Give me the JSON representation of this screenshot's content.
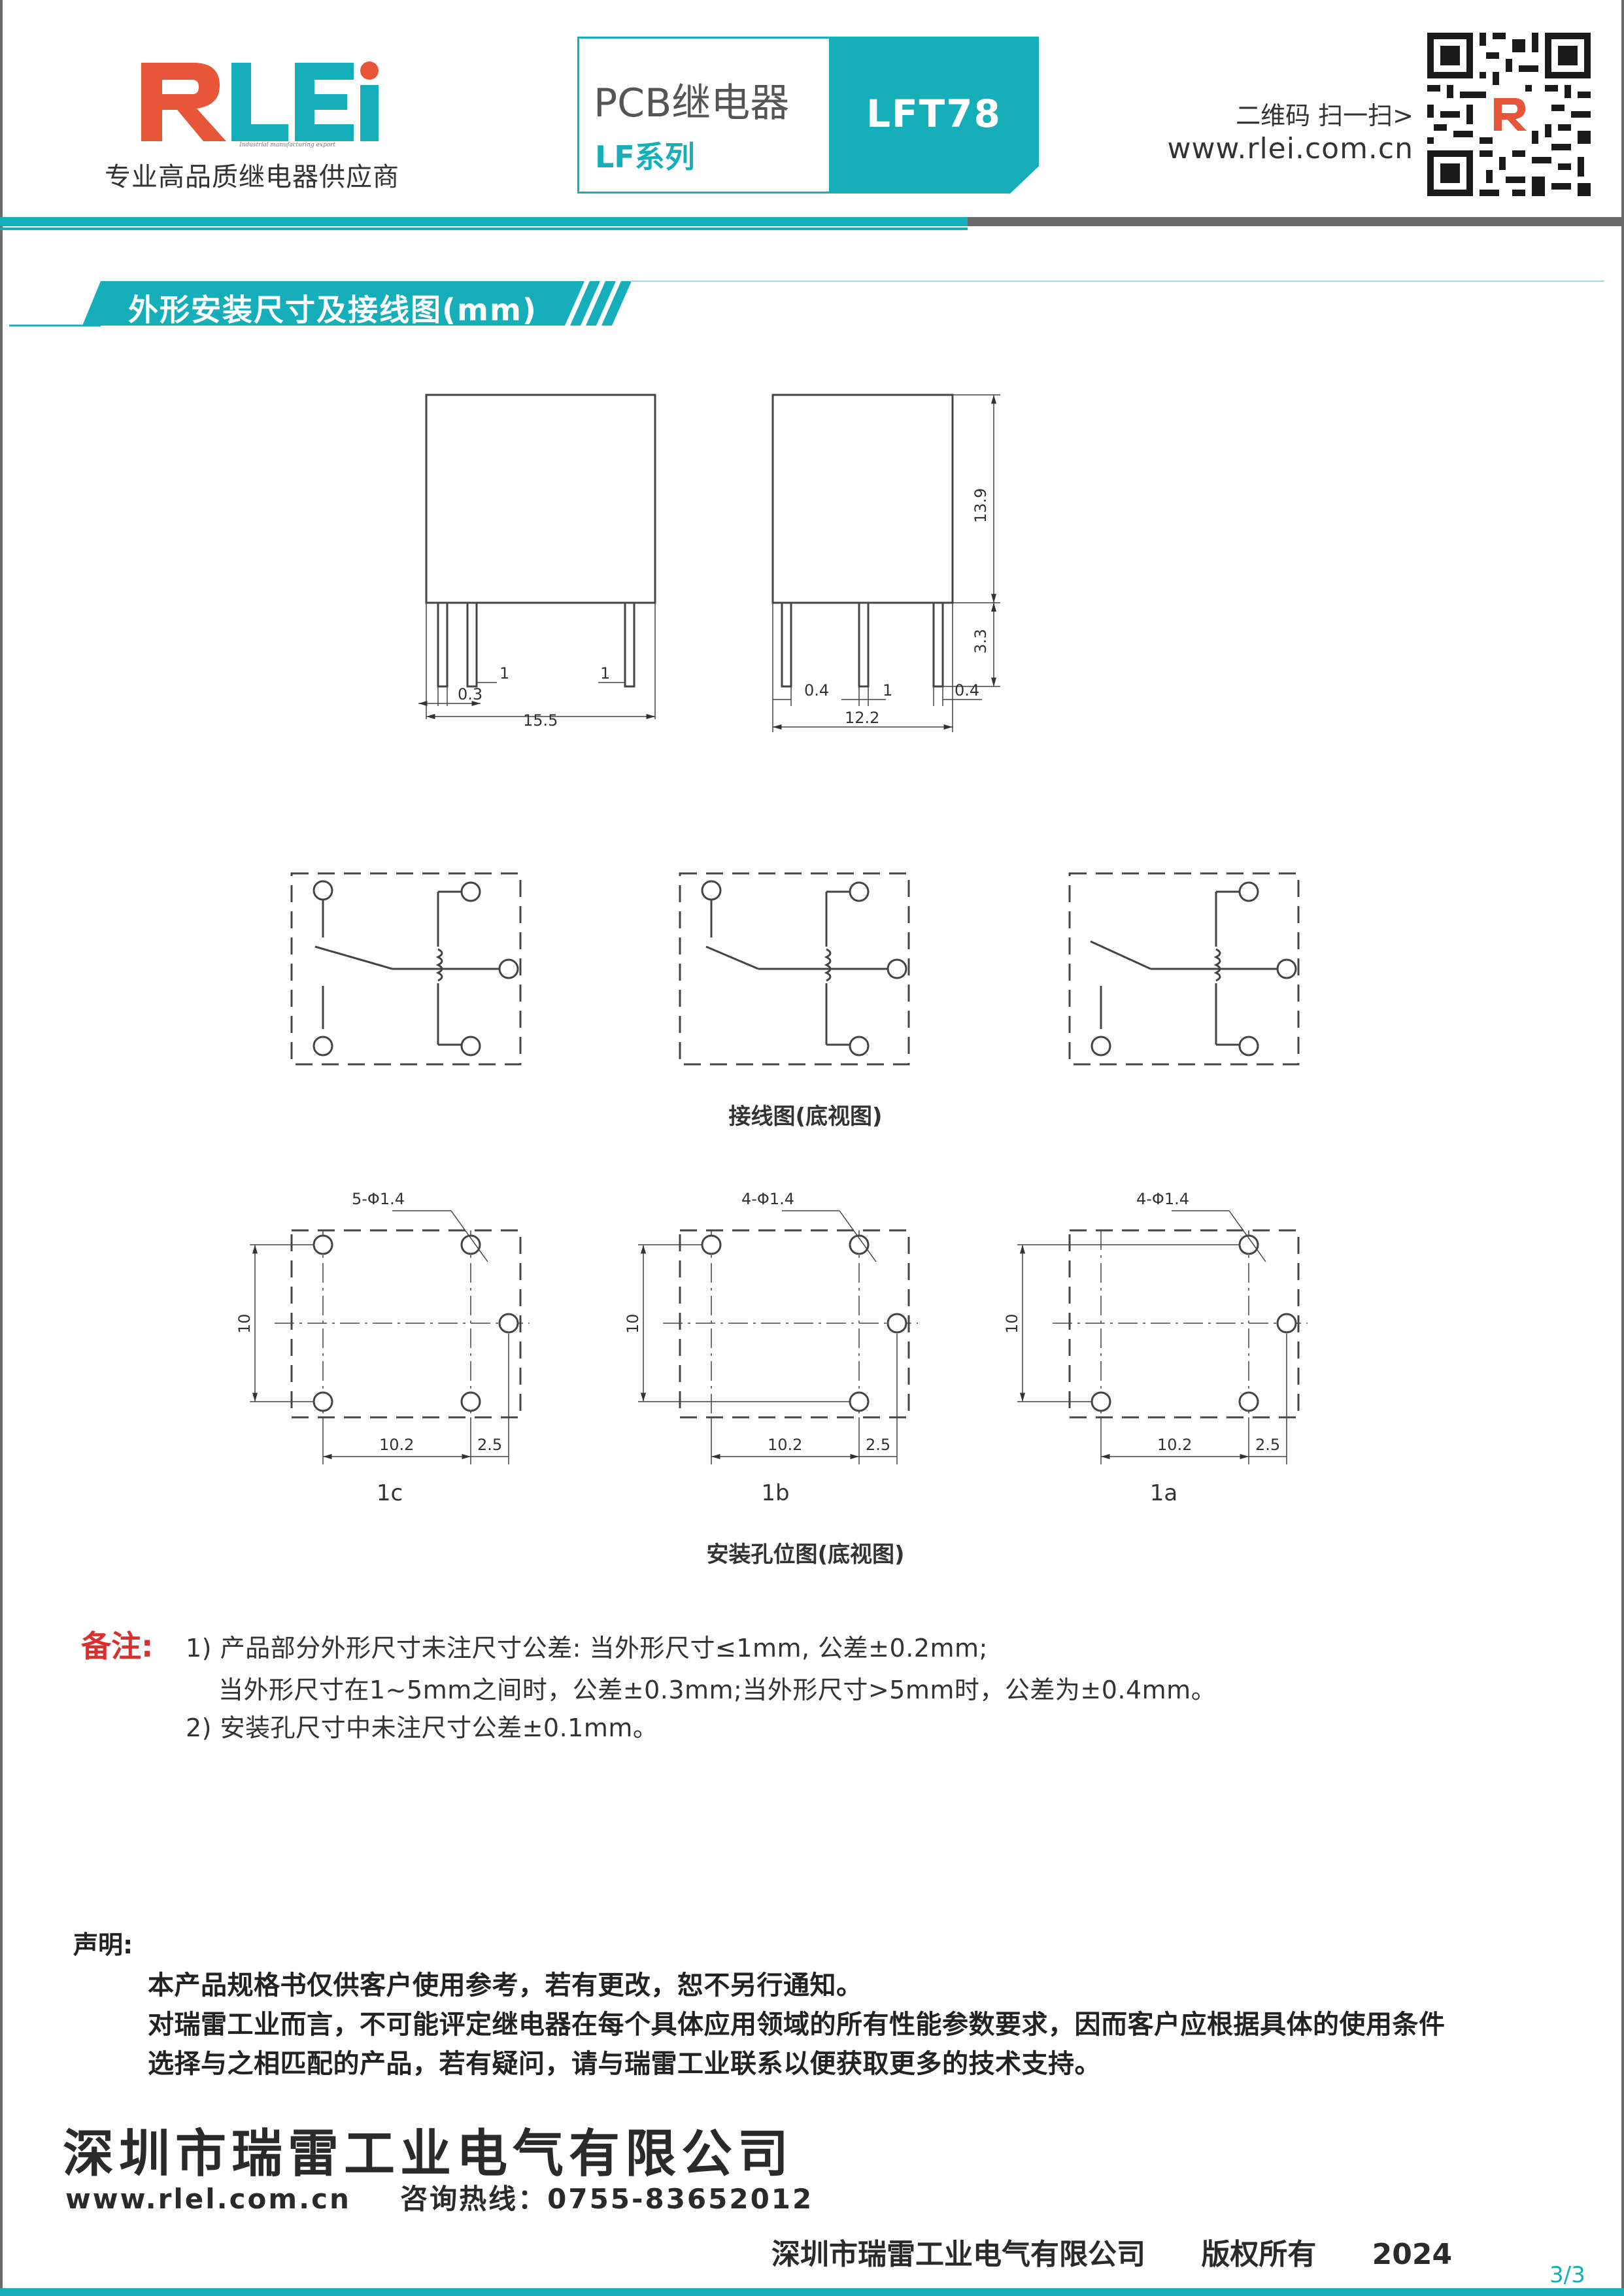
{
  "header": {
    "logo_text": "RLEi",
    "logo_tagline": "Industrial manufacturing export",
    "logo_subtitle": "专业高品质继电器供应商",
    "product_name": "PCB继电器",
    "product_series": "LF系列",
    "product_model": "LFT78",
    "qr_label": "二维码 扫一扫>",
    "website": "www.rlei.com.cn"
  },
  "section": {
    "title": "外形安装尺寸及接线图(mm)"
  },
  "drawing": {
    "dims": {
      "front_pin_width": "0.3",
      "front_pitch_a": "1",
      "front_pitch_b": "1",
      "front_length": "15.5",
      "side_height": "13.9",
      "side_pin": "3.3",
      "side_left": "0.4",
      "side_mid": "1",
      "side_right": "0.4",
      "side_width": "12.2"
    },
    "wiring_caption": "接线图(底视图)",
    "mount_caption": "安装孔位图(底视图)",
    "mount": [
      {
        "variant": "1c",
        "hole_spec": "5-Φ1.4",
        "height": "10",
        "width": "10.2",
        "offset": "2.5"
      },
      {
        "variant": "1b",
        "hole_spec": "4-Φ1.4",
        "height": "10",
        "width": "10.2",
        "offset": "2.5"
      },
      {
        "variant": "1a",
        "hole_spec": "4-Φ1.4",
        "height": "10",
        "width": "10.2",
        "offset": "2.5"
      }
    ]
  },
  "notes": {
    "heading": "备注:",
    "line1": "1) 产品部分外形尺寸未注尺寸公差: 当外形尺寸≤1mm, 公差±0.2mm;",
    "line2": "当外形尺寸在1~5mm之间时，公差±0.3mm;当外形尺寸>5mm时，公差为±0.4mm。",
    "line3": "2) 安装孔尺寸中未注尺寸公差±0.1mm。"
  },
  "statement": {
    "heading": "声明:",
    "line1": "本产品规格书仅供客户使用参考，若有更改，恕不另行通知。",
    "line2": "对瑞雷工业而言，不可能评定继电器在每个具体应用领域的所有性能参数要求，因而客户应根据具体的使用条件",
    "line3": "选择与之相匹配的产品，若有疑问，请与瑞雷工业联系以便获取更多的技术支持。"
  },
  "footer": {
    "company": "深圳市瑞雷工业电气有限公司",
    "website": "www.rlel.com.cn",
    "hotline": "咨询热线：0755-83652012",
    "copyright_company": "深圳市瑞雷工业电气有限公司",
    "copyright_text": "版权所有",
    "year": "2024",
    "page": "3/3"
  },
  "colors": {
    "brand_teal": "#16aeb8",
    "brand_orange": "#e8563a",
    "note_red": "#d9302e",
    "gray": "#6a6a6a"
  }
}
